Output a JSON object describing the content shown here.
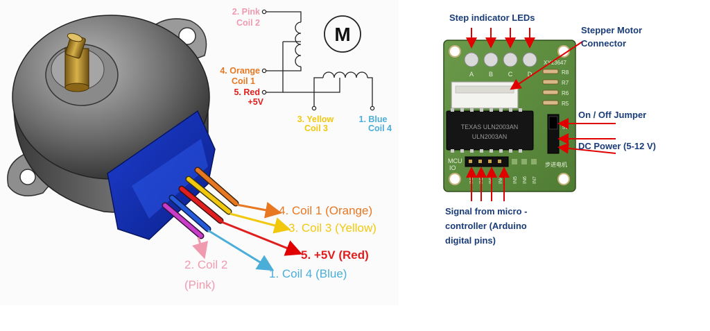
{
  "colors": {
    "orange": "#e87722",
    "yellow": "#f2c80f",
    "red": "#e01e1e",
    "blue": "#4aaed8",
    "pink": "#f09ab0",
    "magenta": "#c83cc8",
    "navy": "#1a3c78",
    "arrow_red": "#e00000",
    "pcb_green": "#5a8a3c"
  },
  "schematic": {
    "pink_line1": "2. Pink",
    "pink_line2": "Coil 2",
    "orange_line1": "4. Orange",
    "orange_line2": "Coil 1",
    "red_line1": "5. Red",
    "red_line2": "+5V",
    "yellow_line1": "3. Yellow",
    "yellow_line2": "Coil 3",
    "blue_line1": "1. Blue",
    "blue_line2": "Coil 4",
    "motor_symbol": "M"
  },
  "wire_labels": {
    "coil1": "4. Coil 1 (Orange)",
    "coil3": "3. Coil 3 (Yellow)",
    "plus5v": "5. +5V (Red)",
    "coil4": "1. Coil 4 (Blue)",
    "coil2_line1": "2. Coil 2",
    "coil2_line2": "(Pink)"
  },
  "driver_labels": {
    "step_leds": "Step indicator LEDs",
    "stepper_conn_line1": "Stepper Motor",
    "stepper_conn_line2": "Connector",
    "jumper": "On / Off Jumper",
    "dc_power": "DC Power (5-12 V)",
    "signal_line1": "Signal from micro -",
    "signal_line2": "controller (Arduino",
    "signal_line3": "digital pins)"
  },
  "board": {
    "led_letters": [
      "A",
      "B",
      "C",
      "D"
    ],
    "chip_line1": "TEXAS ULN2003AN",
    "chip_line2": "ULN2003AN",
    "part_code": "XY13647",
    "resistors": [
      "R8",
      "R7",
      "R6",
      "R5"
    ],
    "mcu_line1": "MCU",
    "mcu_line2": "IO",
    "input_pins": [
      "IN1",
      "IN2",
      "IN3",
      "IN4",
      "IN5",
      "IN6",
      "IN7"
    ],
    "chinese_label": "步进电机",
    "power_pins": [
      "5V",
      "-",
      "+"
    ]
  }
}
